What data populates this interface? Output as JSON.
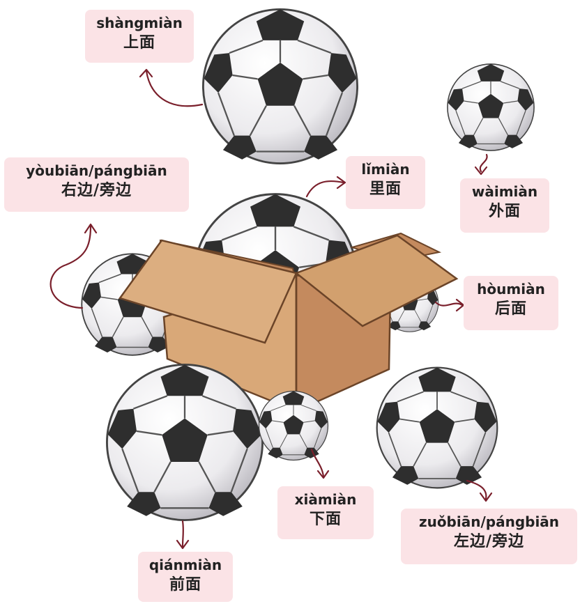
{
  "labels": {
    "shangmian": {
      "pinyin": "shàngmiàn",
      "hanzi": "上面"
    },
    "youbian": {
      "pinyin": "yòubiān/pángbiān",
      "hanzi": "右边/旁边"
    },
    "limian": {
      "pinyin": "lǐmiàn",
      "hanzi": "里面"
    },
    "waimian": {
      "pinyin": "wàimiàn",
      "hanzi": "外面"
    },
    "houmian": {
      "pinyin": "hòumiàn",
      "hanzi": "后面"
    },
    "xiamian": {
      "pinyin": "xiàmiàn",
      "hanzi": "下面"
    },
    "zuobian": {
      "pinyin": "zuǒbiān/pángbiān",
      "hanzi": "左边/旁边"
    },
    "qianmian": {
      "pinyin": "qiánmiàn",
      "hanzi": "前面"
    }
  },
  "colors": {
    "label_bg": "#fbe3e6",
    "arrow": "#7a1f2b",
    "box_front": "#d9a878",
    "box_side": "#c48a5e",
    "box_dark": "#8f5f3d",
    "ball_white": "#f3f1f3",
    "ball_patch": "#2e2e2e"
  }
}
